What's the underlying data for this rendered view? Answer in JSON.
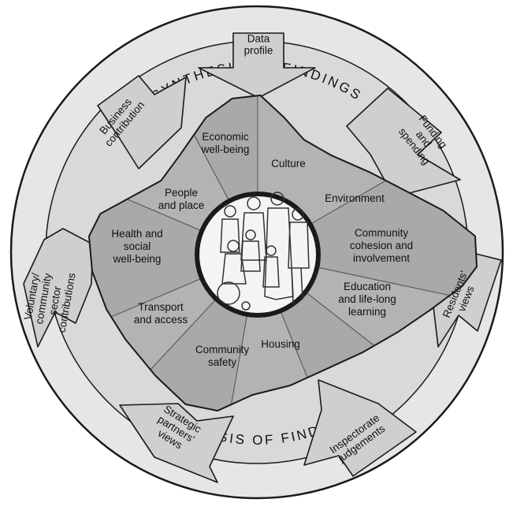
{
  "diagram": {
    "ring_top": "SYNTHESIS OF FINDINGS",
    "ring_bottom": "SYNTHESIS OF FINDINGS",
    "sectors": [
      {
        "lines": [
          "Economic",
          "well-being"
        ]
      },
      {
        "lines": [
          "Culture"
        ]
      },
      {
        "lines": [
          "Environment"
        ]
      },
      {
        "lines": [
          "Community",
          "cohesion and",
          "involvement"
        ]
      },
      {
        "lines": [
          "Education",
          "and life-long",
          "learning"
        ]
      },
      {
        "lines": [
          "Housing"
        ]
      },
      {
        "lines": [
          "Community",
          "safety"
        ]
      },
      {
        "lines": [
          "Transport",
          "and access"
        ]
      },
      {
        "lines": [
          "Health and",
          "social",
          "well-being"
        ]
      },
      {
        "lines": [
          "People",
          "and place"
        ]
      }
    ],
    "inputs": [
      {
        "lines": [
          "Data",
          "profile"
        ]
      },
      {
        "lines": [
          "Funding",
          "and",
          "spending"
        ]
      },
      {
        "lines": [
          "Residents'",
          "views"
        ]
      },
      {
        "lines": [
          "Inspectorate",
          "judgements"
        ]
      },
      {
        "lines": [
          "Strategic",
          "partners'",
          "views"
        ]
      },
      {
        "lines": [
          "Voluntary/",
          "community",
          "sector",
          "contributions"
        ]
      },
      {
        "lines": [
          "Business",
          "contribution"
        ]
      }
    ],
    "colors": {
      "outer_fill": "#e6e6e6",
      "arrow_fill": "#cfcfcf",
      "land_fill": "#bdbdbd",
      "sector_fill": "#a9a9a9",
      "center_fill": "#f4f4f4",
      "outline": "#1a1a1a"
    }
  }
}
